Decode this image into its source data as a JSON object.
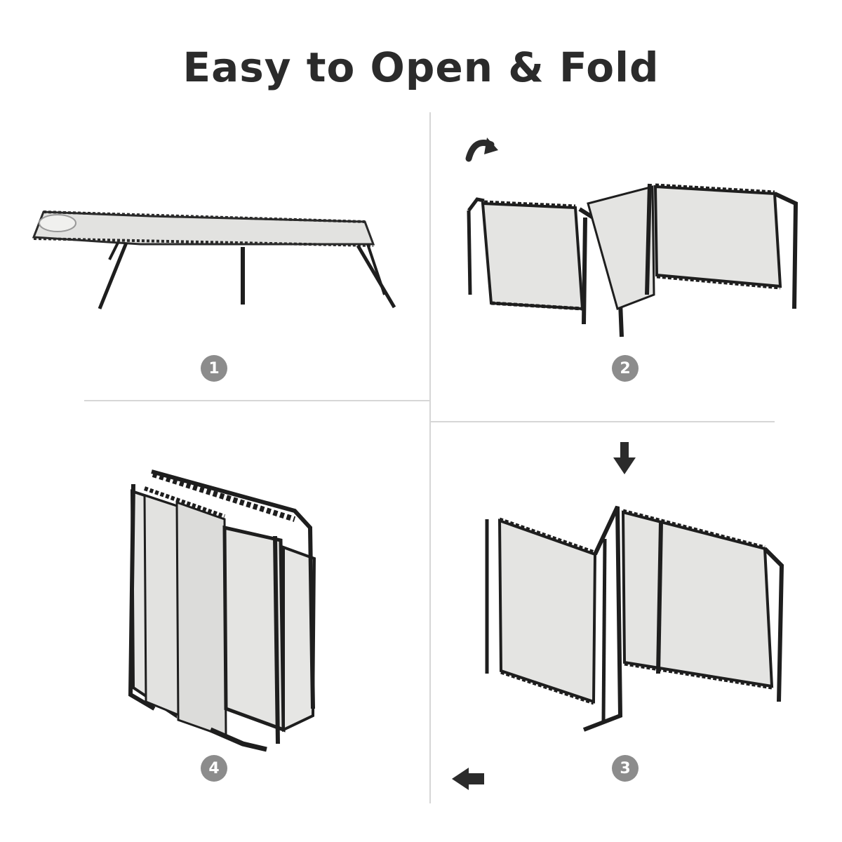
{
  "title": "Easy to Open & Fold",
  "steps": [
    {
      "number": "1"
    },
    {
      "number": "2"
    },
    {
      "number": "3"
    },
    {
      "number": "4"
    }
  ],
  "icons": {
    "step2": "curved-arrow-icon",
    "step3": "down-arrow-icon",
    "step4": "left-arrow-icon"
  },
  "colors": {
    "title": "#2b2b2b",
    "badge": "#8c8c8c",
    "frame": "#1e1e1e",
    "fabric": "#e2e2e0",
    "divider": "#d6d6d6"
  }
}
